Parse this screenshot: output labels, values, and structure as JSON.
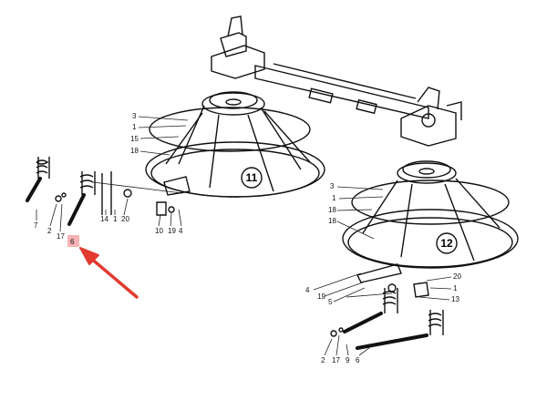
{
  "diagram": {
    "rotor_left_number": "11",
    "rotor_right_number": "12",
    "highlight_color": "#f7b3b3",
    "arrow_color": "#e23a2f",
    "labels_left_rotor": [
      "3",
      "1",
      "15",
      "18"
    ],
    "labels_left_parts": [
      "7",
      "2",
      "17",
      "6",
      "14",
      "1",
      "20",
      "10",
      "19",
      "4"
    ],
    "labels_right_rotor": [
      "3",
      "1",
      "18",
      "18"
    ],
    "labels_right_parts": [
      "4",
      "19",
      "5",
      "20",
      "1",
      "13",
      "2",
      "17",
      "9",
      "6"
    ]
  }
}
